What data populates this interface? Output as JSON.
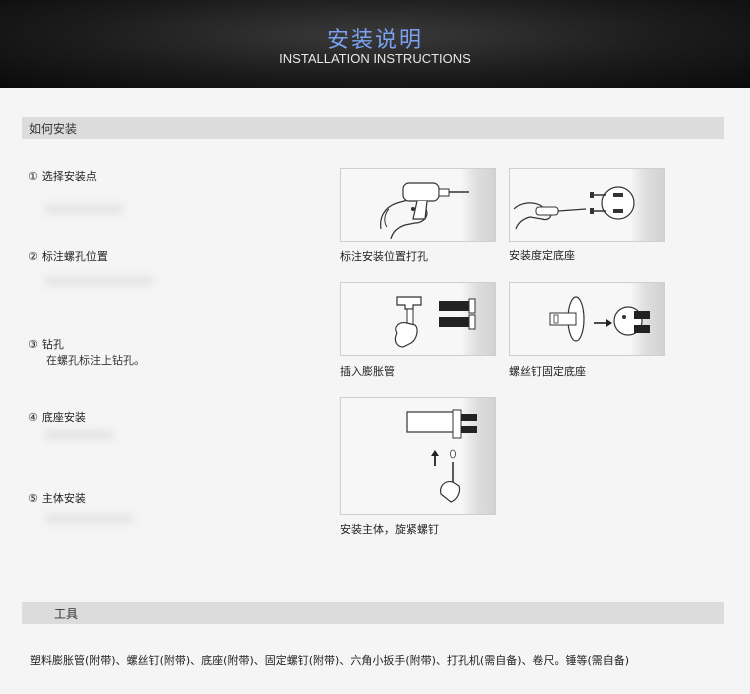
{
  "header": {
    "title": "安装说明",
    "subtitle": "INSTALLATION INSTRUCTIONS"
  },
  "section_how": {
    "title": "如何安装"
  },
  "steps": [
    {
      "num": "①",
      "label": "选择安装点",
      "desc": ""
    },
    {
      "num": "②",
      "label": "标注螺孔位置",
      "desc": ""
    },
    {
      "num": "③",
      "label": "钻孔",
      "desc": "在螺孔标注上钻孔。"
    },
    {
      "num": "④",
      "label": "底座安装",
      "desc": ""
    },
    {
      "num": "⑤",
      "label": "主体安装",
      "desc": ""
    }
  ],
  "figures": [
    {
      "caption": "标注安装位置打孔",
      "icon": "drill-illustration"
    },
    {
      "caption": "安装度定底座",
      "icon": "screwdriver-base-illustration"
    },
    {
      "caption": "插入膨胀管",
      "icon": "hammer-anchor-illustration"
    },
    {
      "caption": "螺丝钉固定底座",
      "icon": "screw-base-illustration"
    },
    {
      "caption": "安装主体，旋紧螺钉",
      "icon": "hex-key-body-illustration"
    }
  ],
  "section_tools": {
    "title": "工具",
    "text": "塑料膨胀管(附带)、螺丝钉(附带)、底座(附带)、固定螺钉(附带)、六角小扳手(附带)、打孔机(需自备)、卷尺。锤等(需自备)"
  }
}
